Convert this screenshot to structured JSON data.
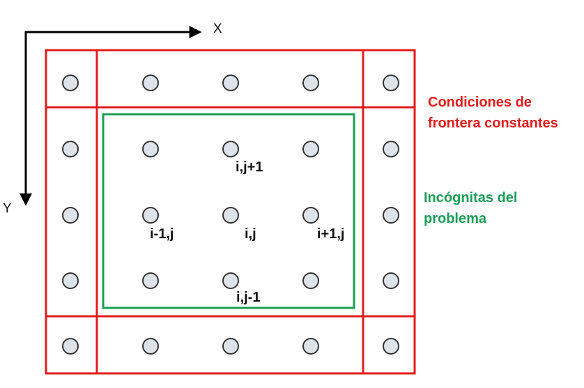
{
  "axes": {
    "x_label": "X",
    "y_label": "Y"
  },
  "node_labels": {
    "top": "i,j+1",
    "left": "i-1,j",
    "center": "i,j",
    "right": "i+1,j",
    "bottom": "i,j-1"
  },
  "legend": {
    "boundary_line1": "Condiciones de",
    "boundary_line2": "frontera constantes",
    "unknowns_line1": "Incógnitas del",
    "unknowns_line2": "problema"
  },
  "grid": {
    "columns": 5,
    "rows": 5
  },
  "colors": {
    "boundary": "#e31b1b",
    "unknowns": "#1a9e55",
    "axis": "#000000",
    "node_fill": "#dde3e8",
    "node_stroke": "#333333"
  }
}
